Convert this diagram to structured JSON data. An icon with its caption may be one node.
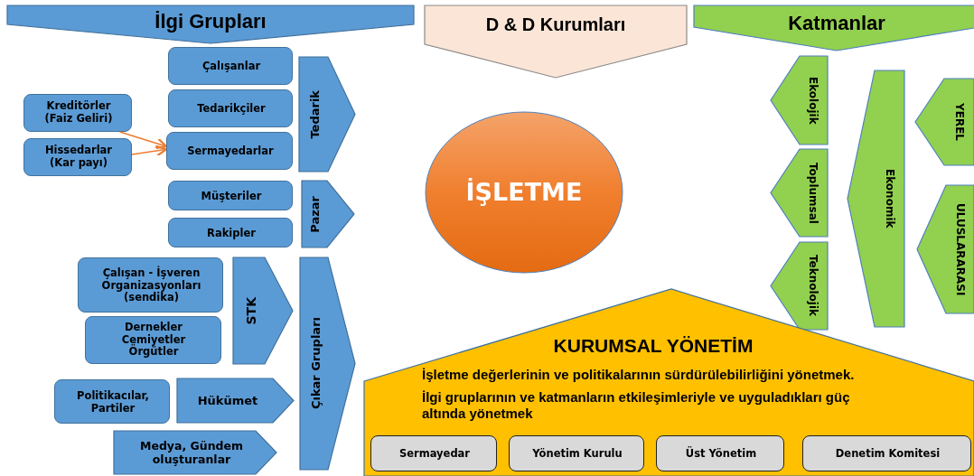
{
  "diagram": {
    "nodes": [
      {
        "text": [
          "İlgi Grupları"
        ]
      },
      {
        "text": [
          "D & D Kurumları"
        ]
      },
      {
        "text": [
          "Katmanlar"
        ]
      },
      {
        "text": [
          "Çalışanlar"
        ]
      },
      {
        "text": [
          "Tedarikçiler"
        ]
      },
      {
        "text": [
          "Kreditörler (Faiz Geliri)"
        ]
      },
      {
        "text": [
          "Hissedarlar (Kar payı)"
        ]
      },
      {
        "text": [
          "Sermayedarlar"
        ]
      },
      {
        "text": [
          "Tedarik"
        ]
      },
      {
        "text": [
          "Müşteriler"
        ]
      },
      {
        "text": [
          "Pazar"
        ]
      },
      {
        "text": [
          "Rakipler"
        ]
      },
      {
        "text": [
          "İŞLETME"
        ]
      },
      {
        "text": [
          "Ekolojik"
        ]
      },
      {
        "text": [
          "Toplumsal"
        ]
      },
      {
        "text": [
          "Teknolojik"
        ]
      },
      {
        "text": [
          "Ekonomik"
        ]
      },
      {
        "text": [
          "YEREL"
        ]
      },
      {
        "text": [
          "ULUSLARARASI"
        ]
      },
      {
        "text": [
          "Çalışan - İşveren Organizasyonları (sendika)"
        ]
      },
      {
        "text": [
          "Dernekler Cemiyetler Örgütler"
        ]
      },
      {
        "text": [
          "STK"
        ]
      },
      {
        "text": [
          "Çıkar Grupları"
        ]
      },
      {
        "text": [
          "Politikacılar, Partiler"
        ]
      },
      {
        "text": [
          "Hükümet"
        ]
      },
      {
        "text": [
          "Medya, Gündem oluşturanlar"
        ]
      },
      {
        "text": [
          "KURUMSAL YÖNETİM",
          "İşletme değerlerinin ve politikalarının sürdürülebilirliğini yönetmek.",
          "İlgi gruplarının ve katmanların etkileşimleriyle ve uyguladıkları güç altında yönetmek"
        ]
      },
      {
        "text": [
          "Sermayedar"
        ],
        "in": 26
      },
      {
        "text": [
          "Yönetim Kurulu"
        ],
        "in": 26
      },
      {
        "text": [
          "Üst Yönetim"
        ],
        "in": 26
      },
      {
        "text": [
          "Denetim Komitesi"
        ],
        "in": 26
      }
    ],
    "edges": [
      {
        "from": 5,
        "to": 7,
        "arrow": "to"
      },
      {
        "from": 6,
        "to": 7,
        "arrow": "to"
      }
    ]
  }
}
